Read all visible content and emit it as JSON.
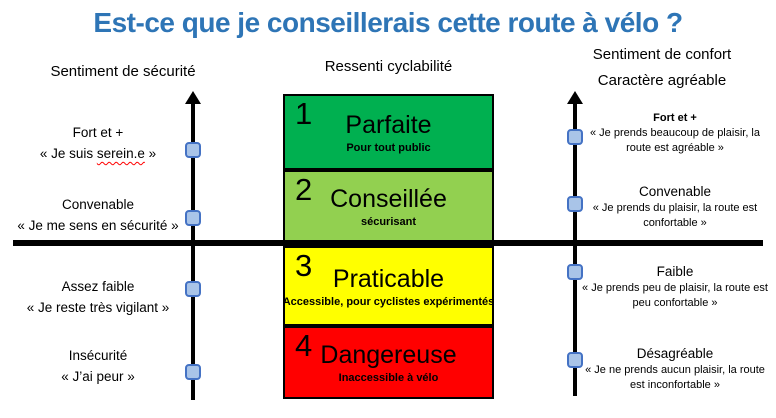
{
  "title": "Est-ce que je conseillerais cette route à vélo ?",
  "columns": {
    "left": {
      "header": "Sentiment de sécurité",
      "levels": [
        {
          "label": "Fort et +",
          "quote_parts": {
            "before": "« Je suis ",
            "word": "serein.e",
            "after": " »"
          }
        },
        {
          "label": "Convenable",
          "quote": "« Je me sens en sécurité »"
        },
        {
          "label": "Assez faible",
          "quote": "« Je reste très vigilant »"
        },
        {
          "label": "Insécurité",
          "quote": "« J’ai peur »"
        }
      ]
    },
    "center": {
      "header": "Ressenti cyclabilité",
      "boxes": [
        {
          "number": "1",
          "label": "Parfaite",
          "subtitle": "Pour tout public",
          "color": "#00B050"
        },
        {
          "number": "2",
          "label": "Conseillée",
          "subtitle": "sécurisant",
          "color": "#92D050"
        },
        {
          "number": "3",
          "label": "Praticable",
          "subtitle": "Accessible, pour cyclistes expérimentés",
          "color": "#FFFF00"
        },
        {
          "number": "4",
          "label": "Dangereuse",
          "subtitle": "Inaccessible à vélo",
          "color": "#FF0000"
        }
      ]
    },
    "right": {
      "header_line1": "Sentiment de confort",
      "header_line2": "Caractère agréable",
      "levels": [
        {
          "label": "Fort et +",
          "quote": "« Je prends beaucoup de plaisir, la route est agréable »"
        },
        {
          "label": "Convenable",
          "quote": "« Je prends du plaisir, la route est confortable »"
        },
        {
          "label": "Faible",
          "quote": "« Je prends peu de plaisir, la route est peu confortable »"
        },
        {
          "label": "Désagréable",
          "quote": "« Je ne prends aucun plaisir, la route est inconfortable »"
        }
      ]
    }
  },
  "colors": {
    "title_blue": "#2E75B6",
    "axis_black": "#000000",
    "marker_fill": "#A9C4E8",
    "marker_border": "#4472C4",
    "box_green": "#00B050",
    "box_light_green": "#92D050",
    "box_yellow": "#FFFF00",
    "box_red": "#FF0000",
    "spellcheck_underline": "#FF0000"
  }
}
